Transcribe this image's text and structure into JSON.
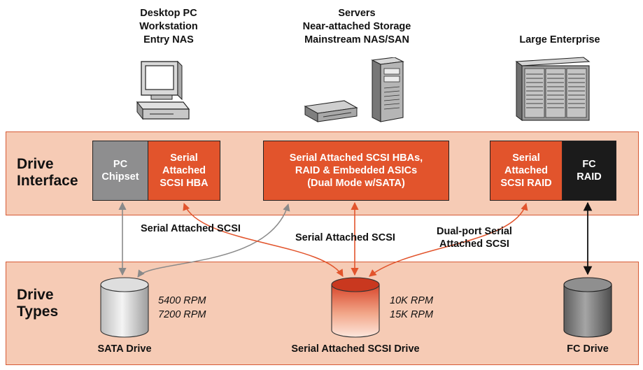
{
  "columns": {
    "desktop": [
      "Desktop PC",
      "Workstation",
      "Entry NAS"
    ],
    "servers": [
      "Servers",
      "Near-attached Storage",
      "Mainstream NAS/SAN"
    ],
    "enterprise": [
      "Large Enterprise"
    ]
  },
  "bands": {
    "interface": [
      "Drive",
      "Interface"
    ],
    "types": [
      "Drive",
      "Types"
    ]
  },
  "boxes": {
    "pc_chipset": [
      "PC",
      "Chipset"
    ],
    "sas_hba": [
      "Serial",
      "Attached",
      "SCSI HBA"
    ],
    "sas_hbas_raid": [
      "Serial Attached SCSI HBAs,",
      "RAID & Embedded ASICs",
      "(Dual Mode w/SATA)"
    ],
    "sas_raid": [
      "Serial",
      "Attached",
      "SCSI RAID"
    ],
    "fc_raid": [
      "FC",
      "RAID"
    ]
  },
  "connections": {
    "left": "Serial Attached SCSI",
    "center": "Serial Attached SCSI",
    "right": [
      "Dual-port Serial",
      "Attached SCSI"
    ]
  },
  "drives": {
    "sata": {
      "name": "SATA Drive",
      "rpm": [
        "5400 RPM",
        "7200 RPM"
      ]
    },
    "sas": {
      "name": "Serial Attached SCSI Drive",
      "rpm": [
        "10K RPM",
        "15K RPM"
      ]
    },
    "fc": {
      "name": "FC Drive"
    }
  },
  "icons": [
    "desktop-pc-icon",
    "server-icon",
    "enterprise-storage-rack-icon",
    "cylinder-drive-icon"
  ],
  "colors": {
    "band_fill": "#f6cbb5",
    "band_border": "#d65a35",
    "sas_orange": "#e2542c",
    "chipset_gray": "#8e8e8f",
    "fc_black": "#1b1b1b",
    "sata_arrow": "#8a8a8a",
    "sas_arrow": "#e2542c"
  }
}
